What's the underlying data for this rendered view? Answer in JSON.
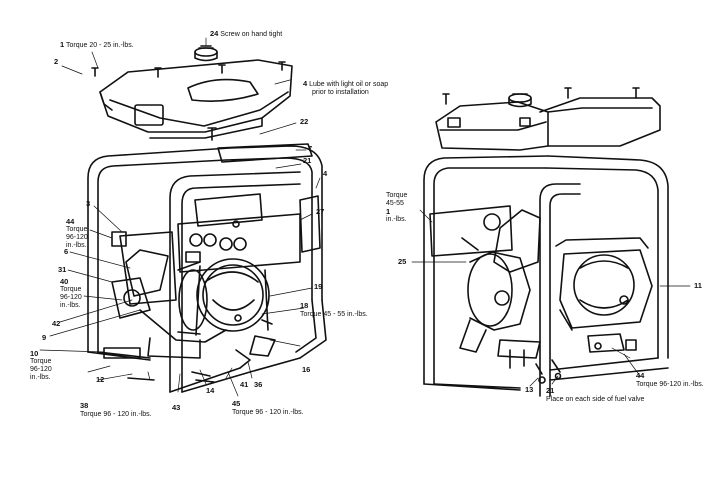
{
  "labels": {
    "c1": {
      "num": "1",
      "text": "Torque 20 - 25 in.-lbs."
    },
    "c2": {
      "num": "2"
    },
    "c24": {
      "num": "24",
      "text": "Screw on hand tight"
    },
    "c4": {
      "num": "4",
      "line1": "Lube with light oil or soap",
      "line2": "prior to installation"
    },
    "c22": {
      "num": "22"
    },
    "c7": {
      "num": "7"
    },
    "c21a": {
      "num": "21"
    },
    "c4b": {
      "num": "4"
    },
    "c3": {
      "num": "3"
    },
    "c27": {
      "num": "27"
    },
    "c44a": {
      "num": "44",
      "lines": [
        "Torque",
        "96-120",
        "in.-lbs."
      ]
    },
    "c6": {
      "num": "6"
    },
    "c31": {
      "num": "31"
    },
    "c40": {
      "num": "40",
      "lines": [
        "Torque",
        "96-120",
        "in.-lbs."
      ]
    },
    "c42": {
      "num": "42"
    },
    "c9": {
      "num": "9"
    },
    "c10": {
      "num": "10",
      "lines": [
        "Torque",
        "96-120",
        "in.-lbs."
      ]
    },
    "c19": {
      "num": "19"
    },
    "c18": {
      "num": "18",
      "text": "Torque 45 - 55 in.-lbs."
    },
    "c16": {
      "num": "16"
    },
    "c12": {
      "num": "12"
    },
    "c43": {
      "num": "43"
    },
    "c14": {
      "num": "14"
    },
    "c41": {
      "num": "41"
    },
    "c36": {
      "num": "36"
    },
    "c38": {
      "num": "38",
      "text": "Torque 96 - 120 in.-lbs."
    },
    "c45": {
      "num": "45",
      "text": "Torque 96 - 120 in.-lbs."
    },
    "c1b": {
      "num": "1",
      "lines": [
        "Torque",
        "45-55",
        "in.-lbs."
      ]
    },
    "c25": {
      "num": "25"
    },
    "c11": {
      "num": "11"
    },
    "c44b": {
      "num": "44",
      "text": "Torque 96-120 in.-lbs."
    },
    "c13": {
      "num": "13"
    },
    "c21b": {
      "num": "21",
      "text": "Place on each side of fuel valve"
    }
  }
}
